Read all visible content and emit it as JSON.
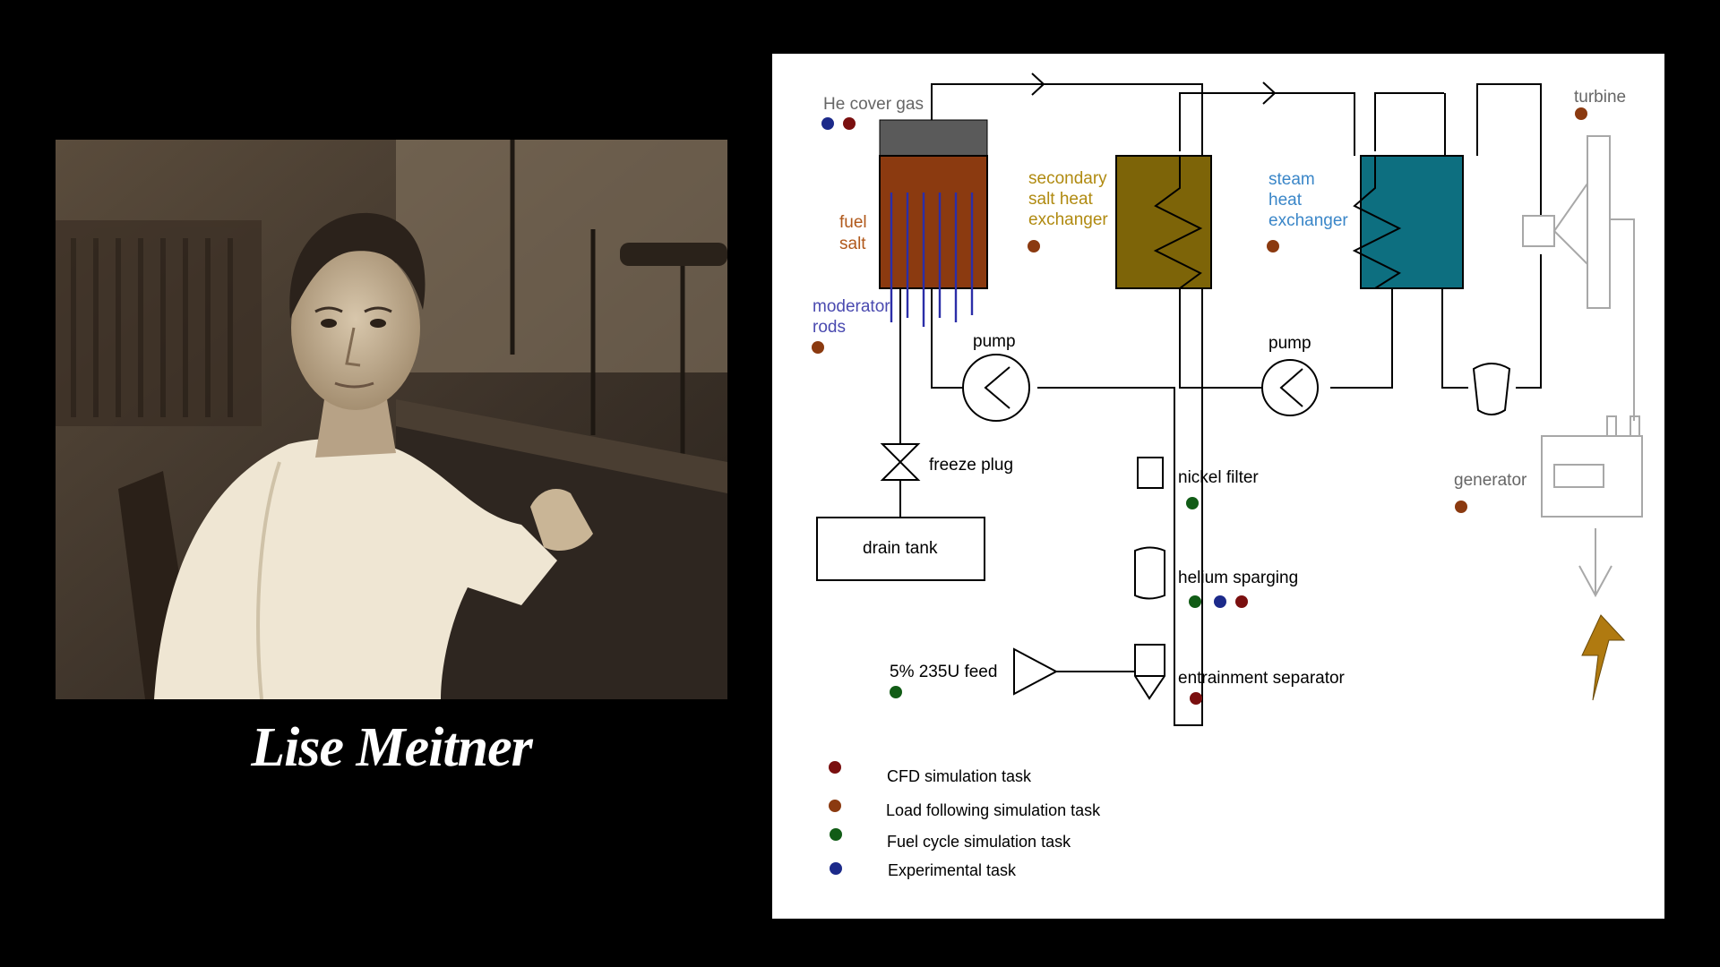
{
  "caption": "Lise Meitner",
  "photo": {
    "description_icon": "portrait-photo"
  },
  "diagram": {
    "components": {
      "he_cover_gas": "He cover gas",
      "fuel_salt": [
        "fuel",
        "salt"
      ],
      "moderator_rods": [
        "moderator",
        "rods"
      ],
      "secondary_hx": [
        "secondary",
        "salt heat",
        "exchanger"
      ],
      "steam_hx": [
        "steam",
        "heat",
        "exchanger"
      ],
      "turbine": "turbine",
      "pump_primary": "pump",
      "pump_secondary": "pump",
      "freeze_plug": "freeze plug",
      "drain_tank": "drain tank",
      "nickel_filter": "nickel filter",
      "generator": "generator",
      "helium_sparging": "helium sparging",
      "u_feed": "5% 235U feed",
      "entrainment_separator": "entrainment separator"
    },
    "legend": [
      {
        "label": "CFD simulation task",
        "color": "#7a0f0f"
      },
      {
        "label": "Load following simulation task",
        "color": "#8b3a10"
      },
      {
        "label": "Fuel cycle simulation task",
        "color": "#115c16"
      },
      {
        "label": "Experimental task",
        "color": "#1c2a8a"
      }
    ],
    "colors": {
      "fuel_salt_fill": "#8b3a10",
      "cover_gas_fill": "#5a5a5a",
      "secondary_hx_fill": "#7d6408",
      "steam_hx_fill": "#0d6f80",
      "moderator_rods": "#2b2ea8",
      "secondary_label": "#b08a10",
      "steam_label": "#3a86c8",
      "moderator_label": "#4a4ab0",
      "fuel_label": "#b0581a",
      "power_generation_loop": "#a8a8a8",
      "lightning": "#b07a10"
    }
  }
}
